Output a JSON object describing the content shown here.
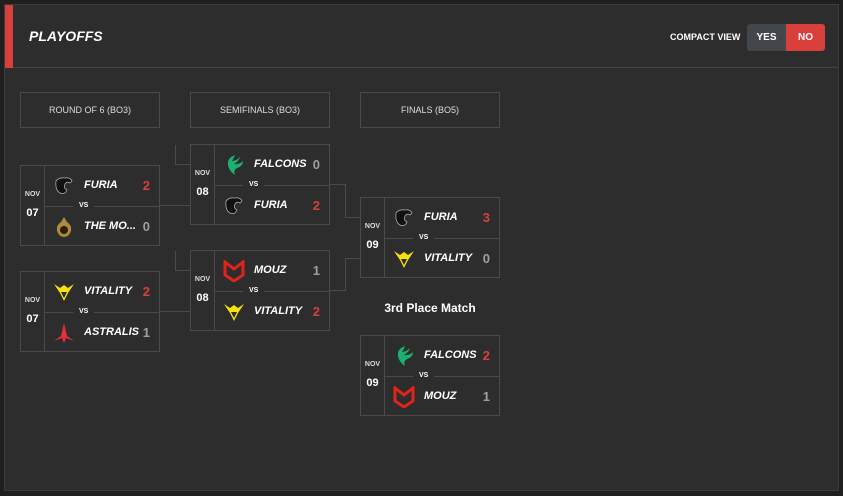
{
  "header": {
    "title": "PLAYOFFS",
    "compact_label": "COMPACT VIEW",
    "yes": "YES",
    "no": "NO"
  },
  "colors": {
    "accent": "#d9403b"
  },
  "columns": [
    "ROUND OF 6 (BO3)",
    "SEMIFINALS (BO3)",
    "FINALS (BO5)"
  ],
  "third_place_label": "3rd Place Match",
  "vs": "VS",
  "matches": [
    {
      "month": "NOV",
      "day": "07",
      "t1": {
        "name": "FURIA",
        "score": "2",
        "logo": "furia-logo"
      },
      "t2": {
        "name": "THE MO...",
        "score": "0",
        "logo": "mongolz-logo"
      }
    },
    {
      "month": "NOV",
      "day": "07",
      "t1": {
        "name": "VITALITY",
        "score": "2",
        "logo": "vitality-logo"
      },
      "t2": {
        "name": "ASTRALIS",
        "score": "1",
        "logo": "astralis-logo"
      }
    },
    {
      "month": "NOV",
      "day": "08",
      "t1": {
        "name": "FALCONS",
        "score": "0",
        "logo": "falcons-logo"
      },
      "t2": {
        "name": "FURIA",
        "score": "2",
        "logo": "furia-logo"
      }
    },
    {
      "month": "NOV",
      "day": "08",
      "t1": {
        "name": "MOUZ",
        "score": "1",
        "logo": "mouz-logo"
      },
      "t2": {
        "name": "VITALITY",
        "score": "2",
        "logo": "vitality-logo"
      }
    },
    {
      "month": "NOV",
      "day": "09",
      "t1": {
        "name": "FURIA",
        "score": "3",
        "logo": "furia-logo"
      },
      "t2": {
        "name": "VITALITY",
        "score": "0",
        "logo": "vitality-logo"
      }
    },
    {
      "month": "NOV",
      "day": "09",
      "t1": {
        "name": "FALCONS",
        "score": "2",
        "logo": "falcons-logo"
      },
      "t2": {
        "name": "MOUZ",
        "score": "1",
        "logo": "mouz-logo"
      }
    }
  ]
}
